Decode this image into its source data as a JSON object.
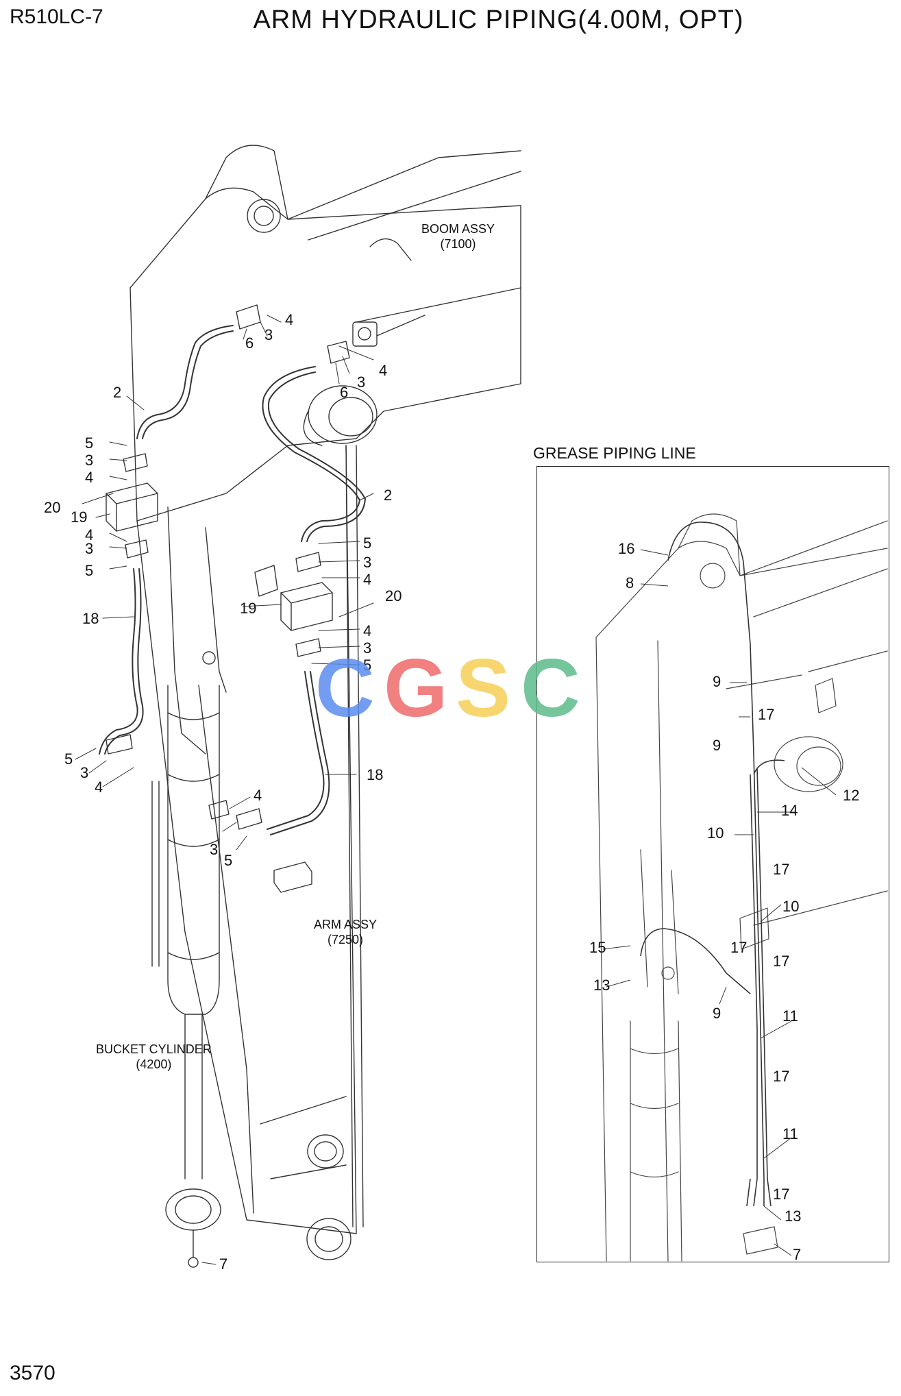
{
  "header": {
    "model": "R510LC-7",
    "title": "ARM HYDRAULIC PIPING(4.00M, OPT)"
  },
  "footer": {
    "page_number": "3570"
  },
  "assemblies": {
    "boom": {
      "name": "BOOM ASSY",
      "code": "(7100)"
    },
    "arm": {
      "name": "ARM ASSY",
      "code": "(7250)"
    },
    "bucket_cylinder": {
      "name": "BUCKET CYLINDER",
      "code": "(4200)"
    }
  },
  "grease_section": {
    "title": "GREASE PIPING LINE"
  },
  "watermark": {
    "text": "CGSC",
    "colors": [
      "#5b8def",
      "#ef6b6b",
      "#f6cf57",
      "#5cbb8a"
    ]
  },
  "callouts_main": [
    "4",
    "3",
    "6",
    "4",
    "3",
    "6",
    "2",
    "5",
    "3",
    "4",
    "20",
    "19",
    "4",
    "3",
    "5",
    "18",
    "2",
    "5",
    "3",
    "4",
    "19",
    "20",
    "4",
    "3",
    "5",
    "5",
    "3",
    "4",
    "4",
    "3",
    "5",
    "18",
    "7"
  ],
  "callouts_grease": [
    "16",
    "8",
    "9",
    "17",
    "9",
    "12",
    "14",
    "10",
    "17",
    "10",
    "17",
    "17",
    "15",
    "13",
    "9",
    "11",
    "17",
    "11",
    "17",
    "13",
    "7"
  ]
}
